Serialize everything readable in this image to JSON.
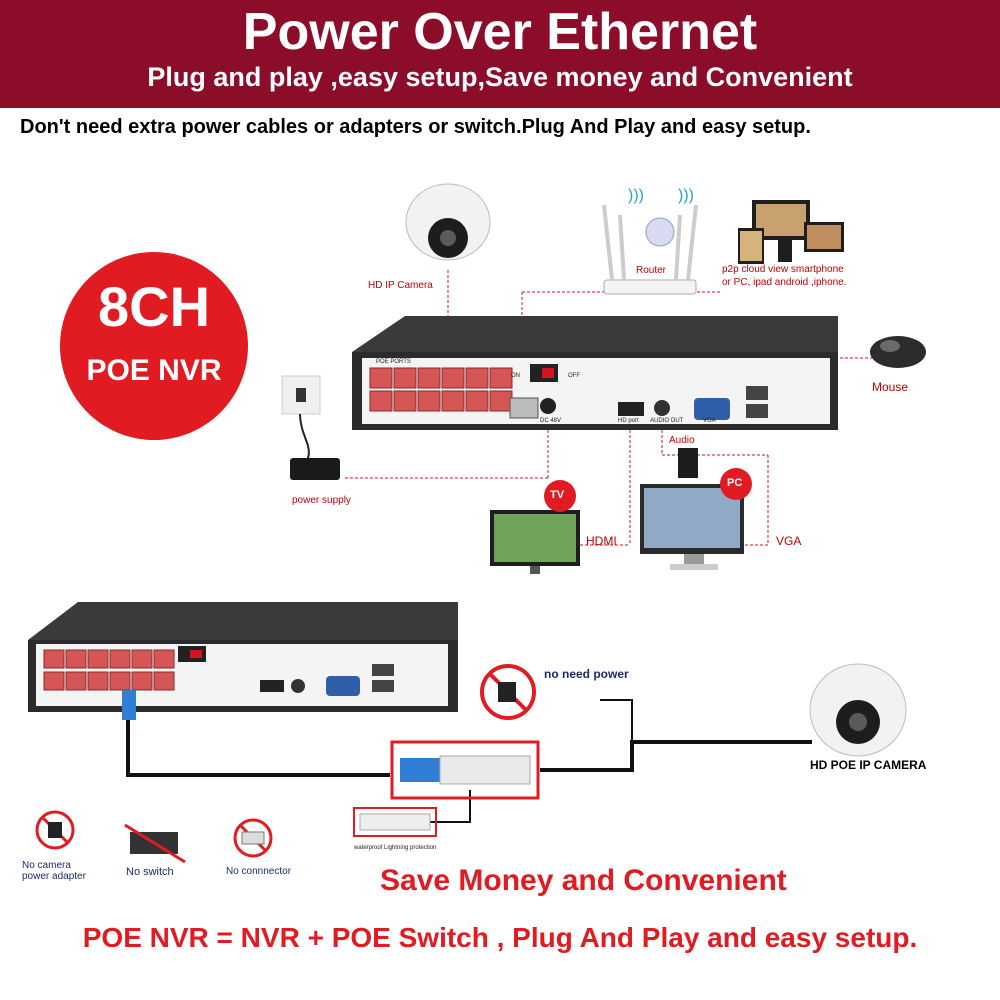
{
  "header": {
    "title": "Power Over Ethernet",
    "subtitle": "Plug and play ,easy setup,Save money and Convenient"
  },
  "intro": "Don't need extra power cables or adapters or switch.Plug And Play and easy setup.",
  "badge": {
    "line1": "8CH",
    "line2": "POE NVR"
  },
  "top_diagram": {
    "camera_label": "HD IP Camera",
    "router_label": "Router",
    "p2p_label_1": "p2p cloud  view smartphone",
    "p2p_label_2": "or PC, ipad android ,iphone.",
    "mouse_label": "Mouse",
    "power_label": "power supply",
    "tv_badge": "TV",
    "pc_badge": "PC",
    "hdmi_label": "HDMI",
    "vga_label": "VGA",
    "audio_label": "Audio",
    "nvr_poe_ports": "POE PORTS",
    "nvr_on": "ON",
    "nvr_off": "OFF",
    "nvr_dc": "DC 48V",
    "nvr_hd_port": "HD port",
    "nvr_audio_out": "AUDIO OUT",
    "nvr_vga": "VGA"
  },
  "bottom_diagram": {
    "no_power_label": "no need power",
    "camera_label": "HD POE IP CAMERA",
    "waterproof_label": "waterproof Lightning protection",
    "no_adapter_1": "No camera",
    "no_adapter_2": "power adapter",
    "no_switch": "No switch",
    "no_connector": "No connnector"
  },
  "footer": {
    "save": "Save Money and Convenient",
    "formula": "POE NVR = NVR + POE Switch , Plug And Play and easy setup."
  },
  "colors": {
    "header_bg": "#8b0d2a",
    "accent_red": "#e01b22",
    "port_red": "#d65555"
  }
}
